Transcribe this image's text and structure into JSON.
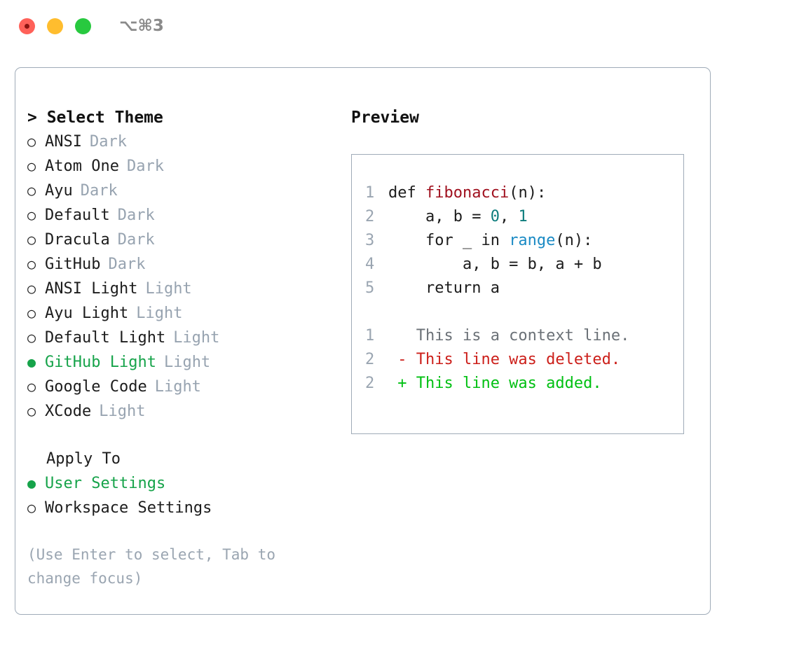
{
  "titlebar": {
    "shortcut": "⌥⌘3",
    "lights": [
      "close-red",
      "minimize-yellow",
      "zoom-green"
    ]
  },
  "left_panel": {
    "header": "> Select Theme",
    "themes": [
      {
        "bullet": "○",
        "name": "ANSI",
        "tag": "Dark",
        "selected": false
      },
      {
        "bullet": "○",
        "name": "Atom One",
        "tag": "Dark",
        "selected": false
      },
      {
        "bullet": "○",
        "name": "Ayu",
        "tag": "Dark",
        "selected": false
      },
      {
        "bullet": "○",
        "name": "Default",
        "tag": "Dark",
        "selected": false
      },
      {
        "bullet": "○",
        "name": "Dracula",
        "tag": "Dark",
        "selected": false
      },
      {
        "bullet": "○",
        "name": "GitHub",
        "tag": "Dark",
        "selected": false
      },
      {
        "bullet": "○",
        "name": "ANSI Light",
        "tag": "Light",
        "selected": false
      },
      {
        "bullet": "○",
        "name": "Ayu Light",
        "tag": "Light",
        "selected": false
      },
      {
        "bullet": "○",
        "name": "Default Light",
        "tag": "Light",
        "selected": false
      },
      {
        "bullet": "●",
        "name": "GitHub Light",
        "tag": "Light",
        "selected": true
      },
      {
        "bullet": "○",
        "name": "Google Code",
        "tag": "Light",
        "selected": false
      },
      {
        "bullet": "○",
        "name": "XCode",
        "tag": "Light",
        "selected": false
      }
    ],
    "apply_to": {
      "header": "Apply To",
      "options": [
        {
          "bullet": "●",
          "name": "User Settings",
          "selected": true
        },
        {
          "bullet": "○",
          "name": "Workspace Settings",
          "selected": false
        }
      ]
    },
    "hint": "(Use Enter to select, Tab to change focus)"
  },
  "right_panel": {
    "header": "Preview",
    "code_lines": [
      {
        "num": "1",
        "tokens": [
          {
            "t": "def ",
            "c": "plain"
          },
          {
            "t": "fibonacci",
            "c": "fn"
          },
          {
            "t": "(n):",
            "c": "plain"
          }
        ]
      },
      {
        "num": "2",
        "tokens": [
          {
            "t": "    a, b = ",
            "c": "plain"
          },
          {
            "t": "0",
            "c": "num"
          },
          {
            "t": ", ",
            "c": "plain"
          },
          {
            "t": "1",
            "c": "num"
          }
        ]
      },
      {
        "num": "3",
        "tokens": [
          {
            "t": "    for _ in ",
            "c": "plain"
          },
          {
            "t": "range",
            "c": "call"
          },
          {
            "t": "(n):",
            "c": "plain"
          }
        ]
      },
      {
        "num": "4",
        "tokens": [
          {
            "t": "        a, b = b, a + b",
            "c": "plain"
          }
        ]
      },
      {
        "num": "5",
        "tokens": [
          {
            "t": "    return a",
            "c": "plain"
          }
        ]
      }
    ],
    "diff_lines": [
      {
        "num": "1",
        "tokens": [
          {
            "t": "   This is a context line.",
            "c": "ctx"
          }
        ]
      },
      {
        "num": "2",
        "tokens": [
          {
            "t": " - This line was deleted.",
            "c": "del"
          }
        ]
      },
      {
        "num": "2",
        "tokens": [
          {
            "t": " + This line was added.",
            "c": "add"
          }
        ]
      }
    ]
  },
  "colors": {
    "accent_green": "#16a34a",
    "tag_gray": "#97a3b0",
    "border": "#9fabb8",
    "diff_add": "#00c012",
    "diff_del": "#cc1f1a",
    "fn_red": "#a0111f",
    "num_teal": "#0d7d7d",
    "call_blue": "#1a8ac4"
  }
}
